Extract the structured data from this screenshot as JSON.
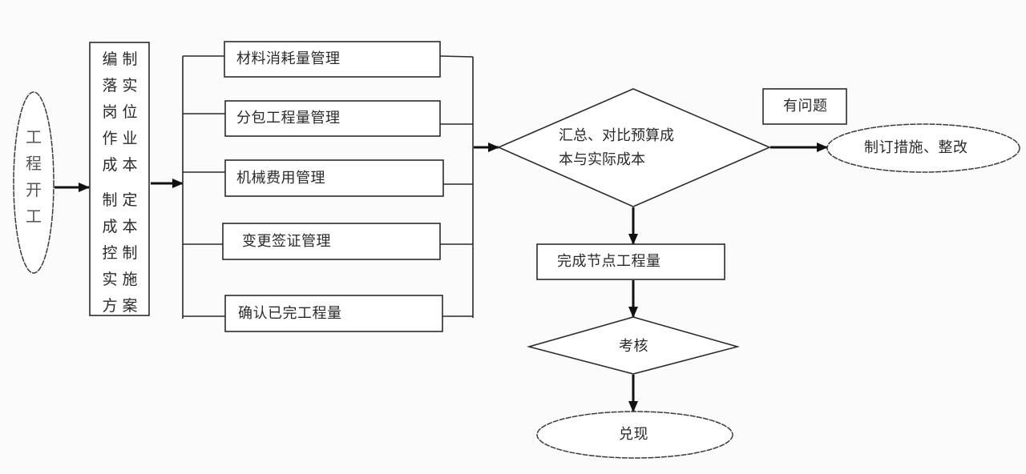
{
  "diagram": {
    "type": "flowchart",
    "start_node": {
      "label": "工程开工",
      "shape": "ellipse"
    },
    "plan_box": {
      "column_1": "编落岗作成",
      "column_2": "制实位业本",
      "column_3": "制成控实方",
      "column_4": "定本制施案",
      "text_upper": "编制落实岗位作业成本",
      "text_lower": "制定成本控制实施方案",
      "shape": "rectangle"
    },
    "management_items": [
      {
        "label": "材料消耗量管理"
      },
      {
        "label": "分包工程量管理"
      },
      {
        "label": "机械费用管理"
      },
      {
        "label": "变更签证管理"
      },
      {
        "label": "确认已完工程量"
      }
    ],
    "compare_decision": {
      "line_1": "汇总、对比预算成",
      "line_2": "本与实际成本",
      "shape": "diamond"
    },
    "problem_label": {
      "label": "有问题",
      "shape": "rectangle"
    },
    "rectify_node": {
      "label": "制订措施、整改",
      "shape": "ellipse"
    },
    "milestone_box": {
      "label": "完成节点工程量",
      "shape": "rectangle"
    },
    "assess_decision": {
      "label": "考核",
      "shape": "diamond"
    },
    "end_node": {
      "label": "兑现",
      "shape": "ellipse"
    },
    "edges": [
      {
        "from": "工程开工",
        "to": "编制落实岗位作业成本 / 制定成本控制实施方案"
      },
      {
        "from": "编制落实岗位作业成本 / 制定成本控制实施方案",
        "to": "management_items"
      },
      {
        "from": "management_items",
        "to": "汇总、对比预算成本与实际成本"
      },
      {
        "from": "汇总、对比预算成本与实际成本",
        "to": "制订措施、整改",
        "condition": "有问题"
      },
      {
        "from": "汇总、对比预算成本与实际成本",
        "to": "完成节点工程量"
      },
      {
        "from": "完成节点工程量",
        "to": "考核"
      },
      {
        "from": "考核",
        "to": "兑现"
      }
    ]
  }
}
